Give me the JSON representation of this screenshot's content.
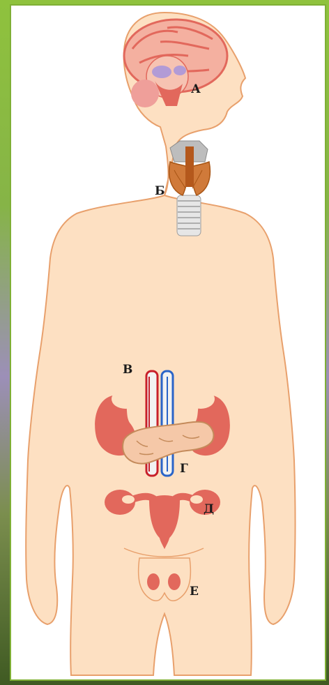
{
  "diagram": {
    "labels": {
      "a": "А",
      "b": "Б",
      "v": "В",
      "g": "Г",
      "d": "Д",
      "e": "Е"
    }
  },
  "colors": {
    "background_frame": "#8fc23d",
    "skin": "#fde0c2",
    "skin_outline": "#e8a06c",
    "organ": "#e2685c",
    "brain": "#f0a090",
    "thyroid": "#c8661e",
    "trachea": "#cfcfcf",
    "pancreas": "#f5c8a8"
  }
}
